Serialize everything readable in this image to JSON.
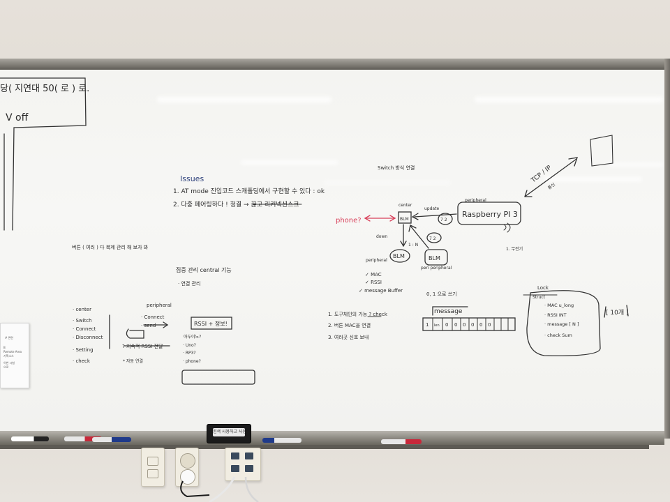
{
  "board": {
    "top_left_box": {
      "line1": "당( 지연대 50( 로 ) 로.",
      "line2": "V off"
    },
    "issues_heading": "Issues",
    "issue_1": "1.  AT mode 진입코드 스캐폴딩에서 구현할 수 있다 : ok",
    "issue_2": "2.  다중 페어링하다 ! 청결 → 끊고 리커넥션스크",
    "left_note": "버튼 ( 여러 ) 다 복제 관리 해 보자 봐",
    "central_note": "집중 관리 central 기능",
    "central_sub": "· 연결 관리",
    "menu": [
      "· center",
      "· Switch",
      "· Connect",
      "· Disconnect",
      "· Setting",
      "· check"
    ],
    "peripheral_label": "peripheral",
    "peripheral_items": [
      "· Connect",
      "· send"
    ],
    "send_target": "RSSI + 정보!",
    "arrow_note": "? 지속적 RSSI 전달",
    "sub_notes": [
      "아두이노?",
      "· Uno?",
      "· RP3?",
      "· phone?"
    ],
    "extra_note": "* 자동 연결",
    "switch_title": "Switch 방식 연결",
    "phone": "phone?",
    "center_label": "center",
    "ble_node": "BLM",
    "update_label": "update",
    "rasp_label": "Raspberry PI 3",
    "peripheral_tag": "peripheral",
    "badge_1": "7 2",
    "badge_2": "7 2",
    "down_label": "down",
    "one_to_n": "1 : N",
    "ble_peripheral": "BLM",
    "ble_peripheral2": "BLM",
    "peri_peripheral": "peri peripheral",
    "list_header": "peripheral",
    "list": [
      "✓ MAC",
      "✓ RSSI",
      "✓ message Buffer"
    ],
    "tcp": "TCP / IP",
    "tcp_sub": "통신",
    "right_num": "1. 무전기",
    "buffer_label": "0, 1 으로 쓰기",
    "message": "message",
    "buffer_cells": [
      "1",
      "len",
      "0",
      "0",
      "0",
      "0",
      "0",
      "0",
      "",
      "",
      "",
      "",
      ""
    ],
    "lower_list": [
      "1.  도구체인의 가능 ? check",
      "2.  버튼 MAC을 연결",
      "3.  여러곳 신호 보내"
    ],
    "lock": "Lock",
    "struct": "Struct",
    "struct_items": [
      "· MAC       u_long",
      "· RSSI       INT",
      "· message [ N ]",
      "· check Sum"
    ],
    "ten": "[ 10개 ]"
  },
  "eraser_label": "흰색 사용하고 사용",
  "paper_lines": [
    "# 관련",
    "",
    "B",
    "Remote Area",
    "기획소스",
    "",
    "이번 시험",
    "으로"
  ],
  "colors": {
    "marker_black": "#2b2b2b",
    "marker_red": "#d8405a",
    "marker_blue": "#2c3f7a"
  }
}
